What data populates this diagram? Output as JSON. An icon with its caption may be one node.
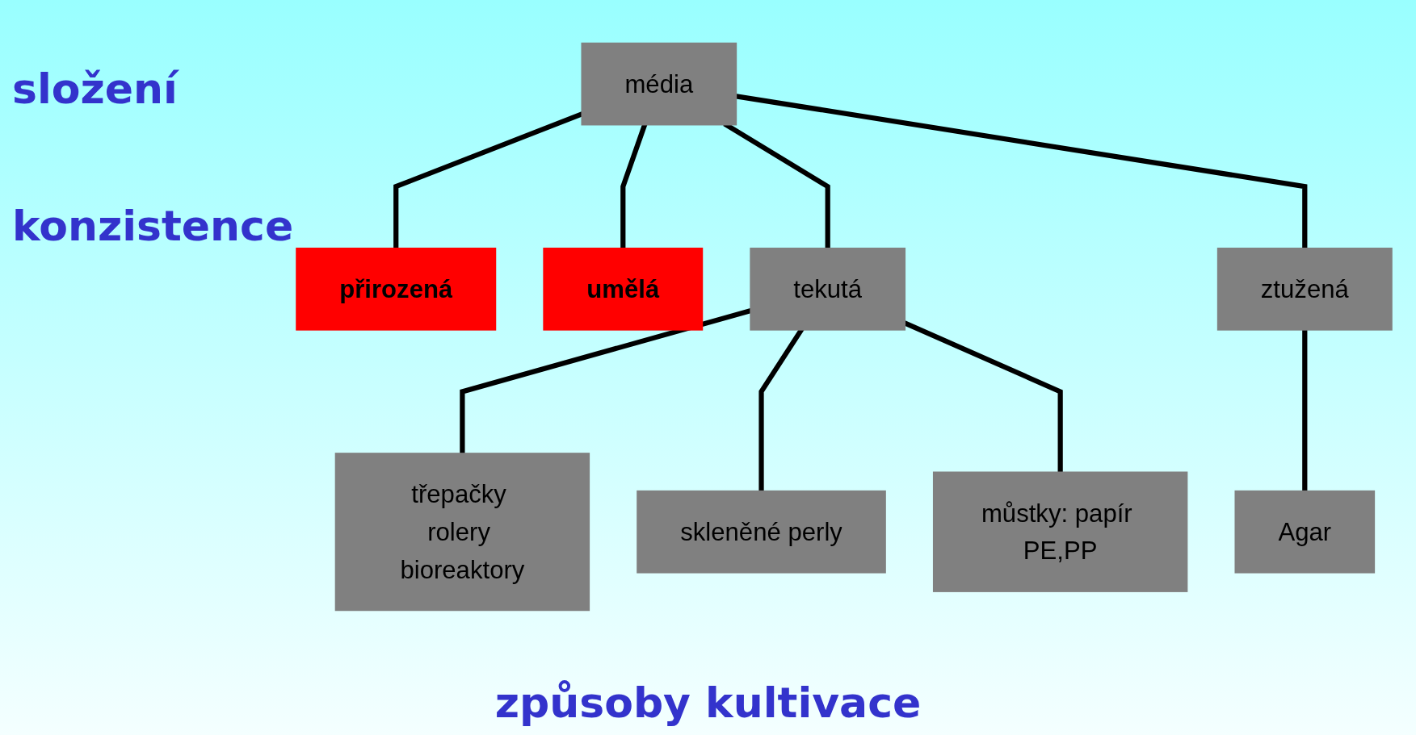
{
  "diagram": {
    "nodes": [
      {
        "text": [
          "přirozená"
        ]
      },
      {
        "text": [
          "média"
        ]
      },
      {
        "text": [
          "umělá"
        ]
      },
      {
        "text": [
          "tekutá"
        ]
      },
      {
        "text": [
          "ztužená"
        ]
      },
      {
        "text": [
          "třepačky rolery bioreaktory"
        ]
      },
      {
        "text": [
          "skleněné perly"
        ]
      },
      {
        "text": [
          "můstky: papír PE,PP"
        ]
      },
      {
        "text": [
          "Agar"
        ]
      }
    ],
    "edges": [
      {
        "from": 1,
        "to": 0,
        "arrow": "none"
      },
      {
        "from": 1,
        "to": 2,
        "arrow": "none"
      },
      {
        "from": 1,
        "to": 3,
        "arrow": "none"
      },
      {
        "from": 1,
        "to": 4,
        "arrow": "none"
      },
      {
        "from": 3,
        "to": 5,
        "arrow": "none"
      },
      {
        "from": 3,
        "to": 6,
        "arrow": "none"
      },
      {
        "from": 3,
        "to": 7,
        "arrow": "none"
      },
      {
        "from": 4,
        "to": 8,
        "arrow": "none"
      }
    ],
    "labels": [
      "složení",
      "konzistence",
      "způsoby kultivace"
    ]
  }
}
